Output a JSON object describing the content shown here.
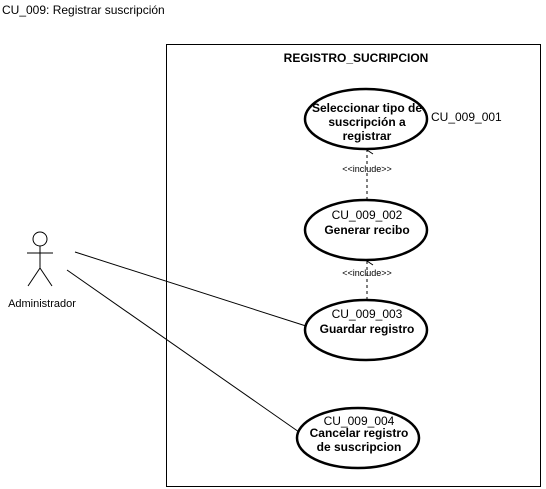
{
  "diagram_title": "CU_009: Registrar suscripción",
  "system_boundary": {
    "label": "REGISTRO_SUCRIPCION"
  },
  "actor": {
    "label": "Administrador"
  },
  "use_cases": [
    {
      "lines": [
        "Seleccionar tipo de",
        "suscripción a",
        "registrar"
      ],
      "side_label": "CU_009_001"
    },
    {
      "lines": [
        "CU_009_002",
        "Generar recibo"
      ]
    },
    {
      "lines": [
        "CU_009_003",
        "Guardar registro"
      ]
    },
    {
      "lines": [
        "CU_009_004",
        "Cancelar registro",
        "de suscripcion"
      ]
    }
  ],
  "relations": [
    {
      "label": "<<include>>"
    },
    {
      "label": "<<include>>"
    }
  ]
}
